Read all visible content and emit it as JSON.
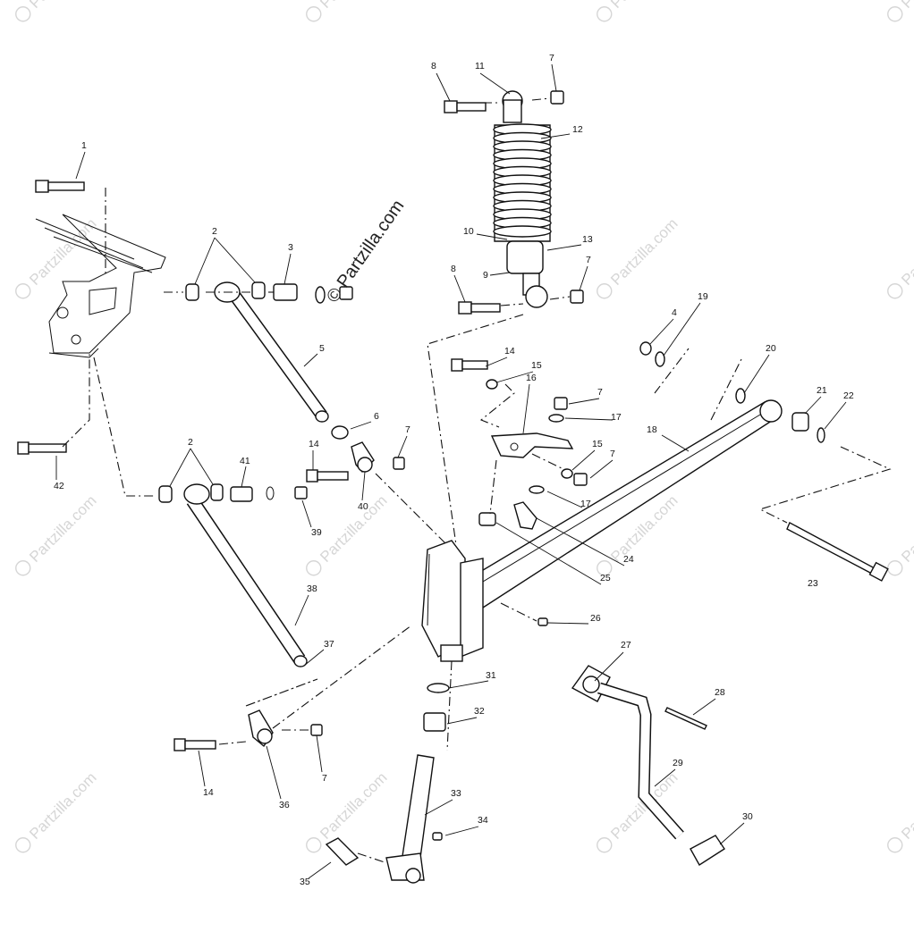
{
  "watermark_text": "Partzilla.com",
  "center_watermark_text": "© Partzilla.com",
  "callouts": {
    "c1": "1",
    "c2a": "2",
    "c2b": "2",
    "c3": "3",
    "c4": "4",
    "c5": "5",
    "c6": "6",
    "c7a": "7",
    "c7b": "7",
    "c7c": "7",
    "c7d": "7",
    "c7e": "7",
    "c7f": "7",
    "c8a": "8",
    "c8b": "8",
    "c9": "9",
    "c10": "10",
    "c11": "11",
    "c12": "12",
    "c13": "13",
    "c14a": "14",
    "c14b": "14",
    "c14c": "14",
    "c15a": "15",
    "c15b": "15",
    "c16": "16",
    "c17a": "17",
    "c17b": "17",
    "c18": "18",
    "c19": "19",
    "c20": "20",
    "c21": "21",
    "c22": "22",
    "c23": "23",
    "c24": "24",
    "c25": "25",
    "c26": "26",
    "c27": "27",
    "c28": "28",
    "c29": "29",
    "c30": "30",
    "c31": "31",
    "c32": "32",
    "c33": "33",
    "c34": "34",
    "c35": "35",
    "c36": "36",
    "c37": "37",
    "c38": "38",
    "c39": "39",
    "c40": "40",
    "c41": "41",
    "c42": "42"
  }
}
